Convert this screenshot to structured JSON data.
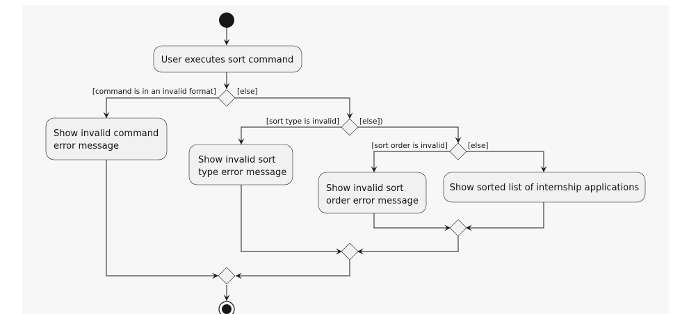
{
  "actions": {
    "execute": "User executes sort command",
    "invalid_command_1": "Show invalid command",
    "invalid_command_2": "error message",
    "invalid_type_1": "Show invalid sort",
    "invalid_type_2": "type error message",
    "invalid_order_1": "Show invalid sort",
    "invalid_order_2": "order error message",
    "show_sorted": "Show sorted list of internship applications"
  },
  "guards": {
    "invalid_format": "[command is in an invalid format]",
    "else_1": "[else]",
    "invalid_type": "[sort type is invalid]",
    "else_2": "[else])",
    "invalid_order": "[sort order is invalid]",
    "else_3": "[else]"
  }
}
